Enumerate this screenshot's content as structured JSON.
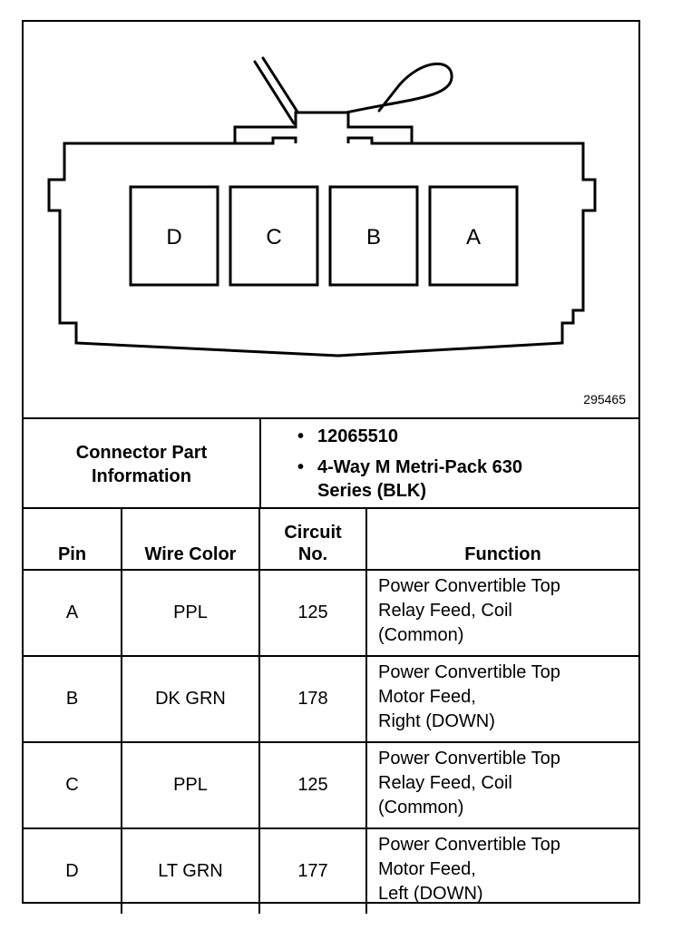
{
  "figure_id": "295465",
  "connector": {
    "cavities": [
      "D",
      "C",
      "B",
      "A"
    ]
  },
  "info": {
    "label": "Connector Part Information",
    "items": [
      "12065510",
      "4-Way M Metri-Pack 630 Series (BLK)"
    ],
    "bullet": "•"
  },
  "table": {
    "headers": {
      "pin": "Pin",
      "wire_color": "Wire Color",
      "circuit": "Circuit No.",
      "function": "Function"
    },
    "rows": [
      {
        "pin": "A",
        "wire_color": "PPL",
        "circuit": "125",
        "function": "Power Convertible Top\nRelay Feed, Coil\n(Common)"
      },
      {
        "pin": "B",
        "wire_color": "DK GRN",
        "circuit": "178",
        "function": "Power Convertible Top\nMotor Feed,\nRight (DOWN)"
      },
      {
        "pin": "C",
        "wire_color": "PPL",
        "circuit": "125",
        "function": "Power Convertible Top\nRelay Feed, Coil\n(Common)"
      },
      {
        "pin": "D",
        "wire_color": "LT GRN",
        "circuit": "177",
        "function": "Power Convertible Top\nMotor Feed,\nLeft (DOWN)"
      }
    ]
  }
}
